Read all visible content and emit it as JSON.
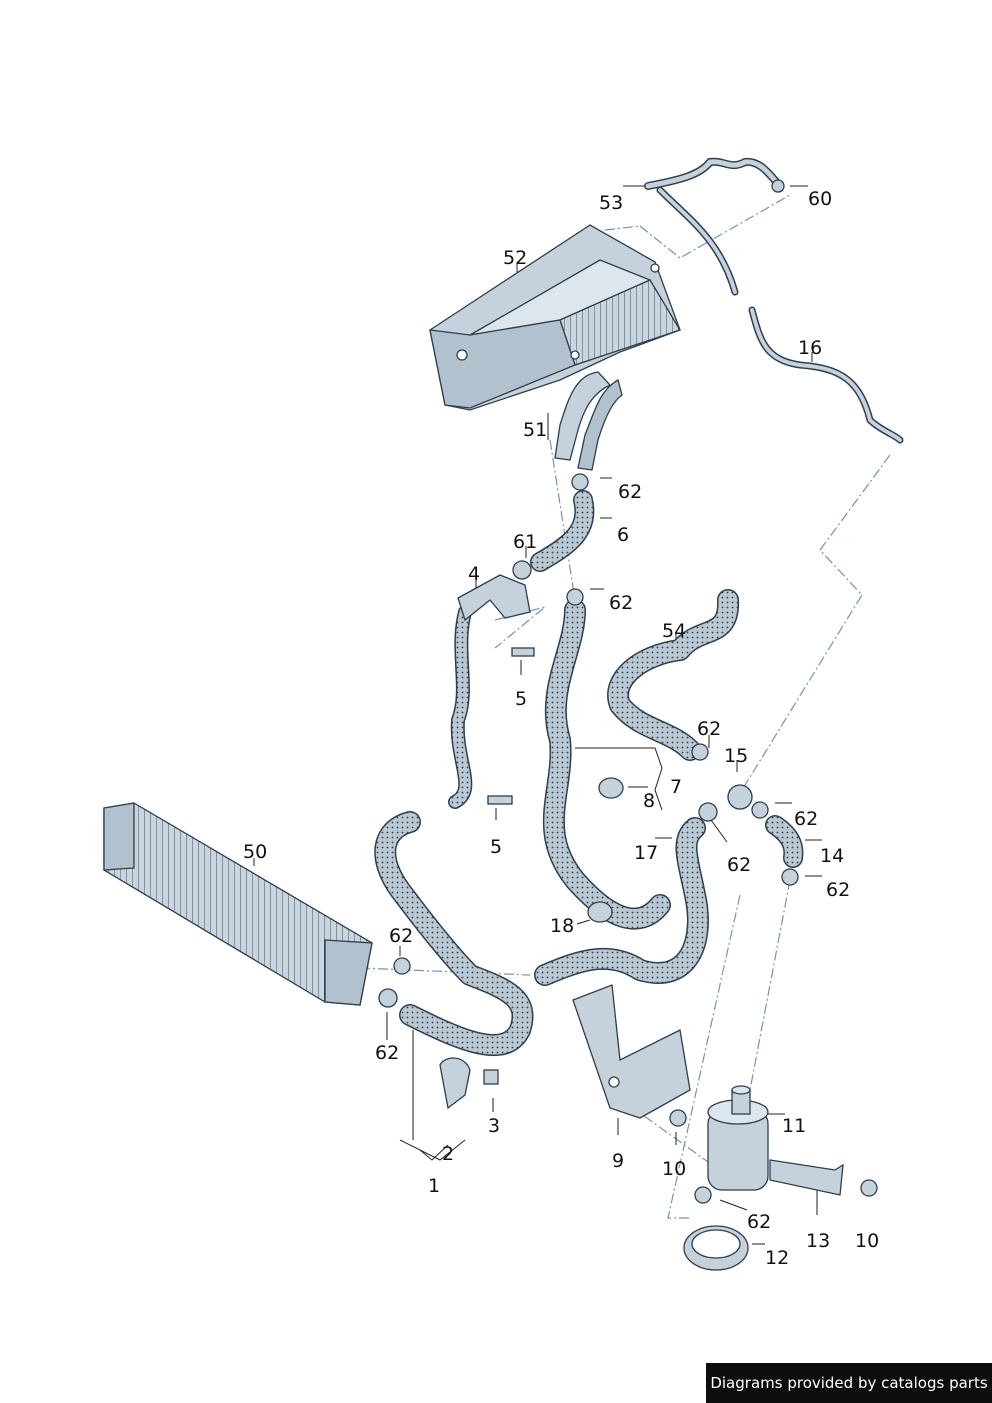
{
  "credit": "Diagrams provided by catalogs parts",
  "colors": {
    "part_fill": "#c5d2dc",
    "part_stroke": "#2c3e50",
    "hose_fill": "#b9c8d2",
    "leader": "#7b93a8"
  },
  "labels": [
    "53",
    "60",
    "52",
    "16",
    "51",
    "62",
    "6",
    "61",
    "62",
    "4",
    "54",
    "5",
    "62",
    "15",
    "7",
    "8",
    "5",
    "62",
    "17",
    "14",
    "50",
    "62",
    "62",
    "18",
    "62",
    "62",
    "3",
    "11",
    "2",
    "9",
    "10",
    "1",
    "62",
    "13",
    "10",
    "12"
  ]
}
